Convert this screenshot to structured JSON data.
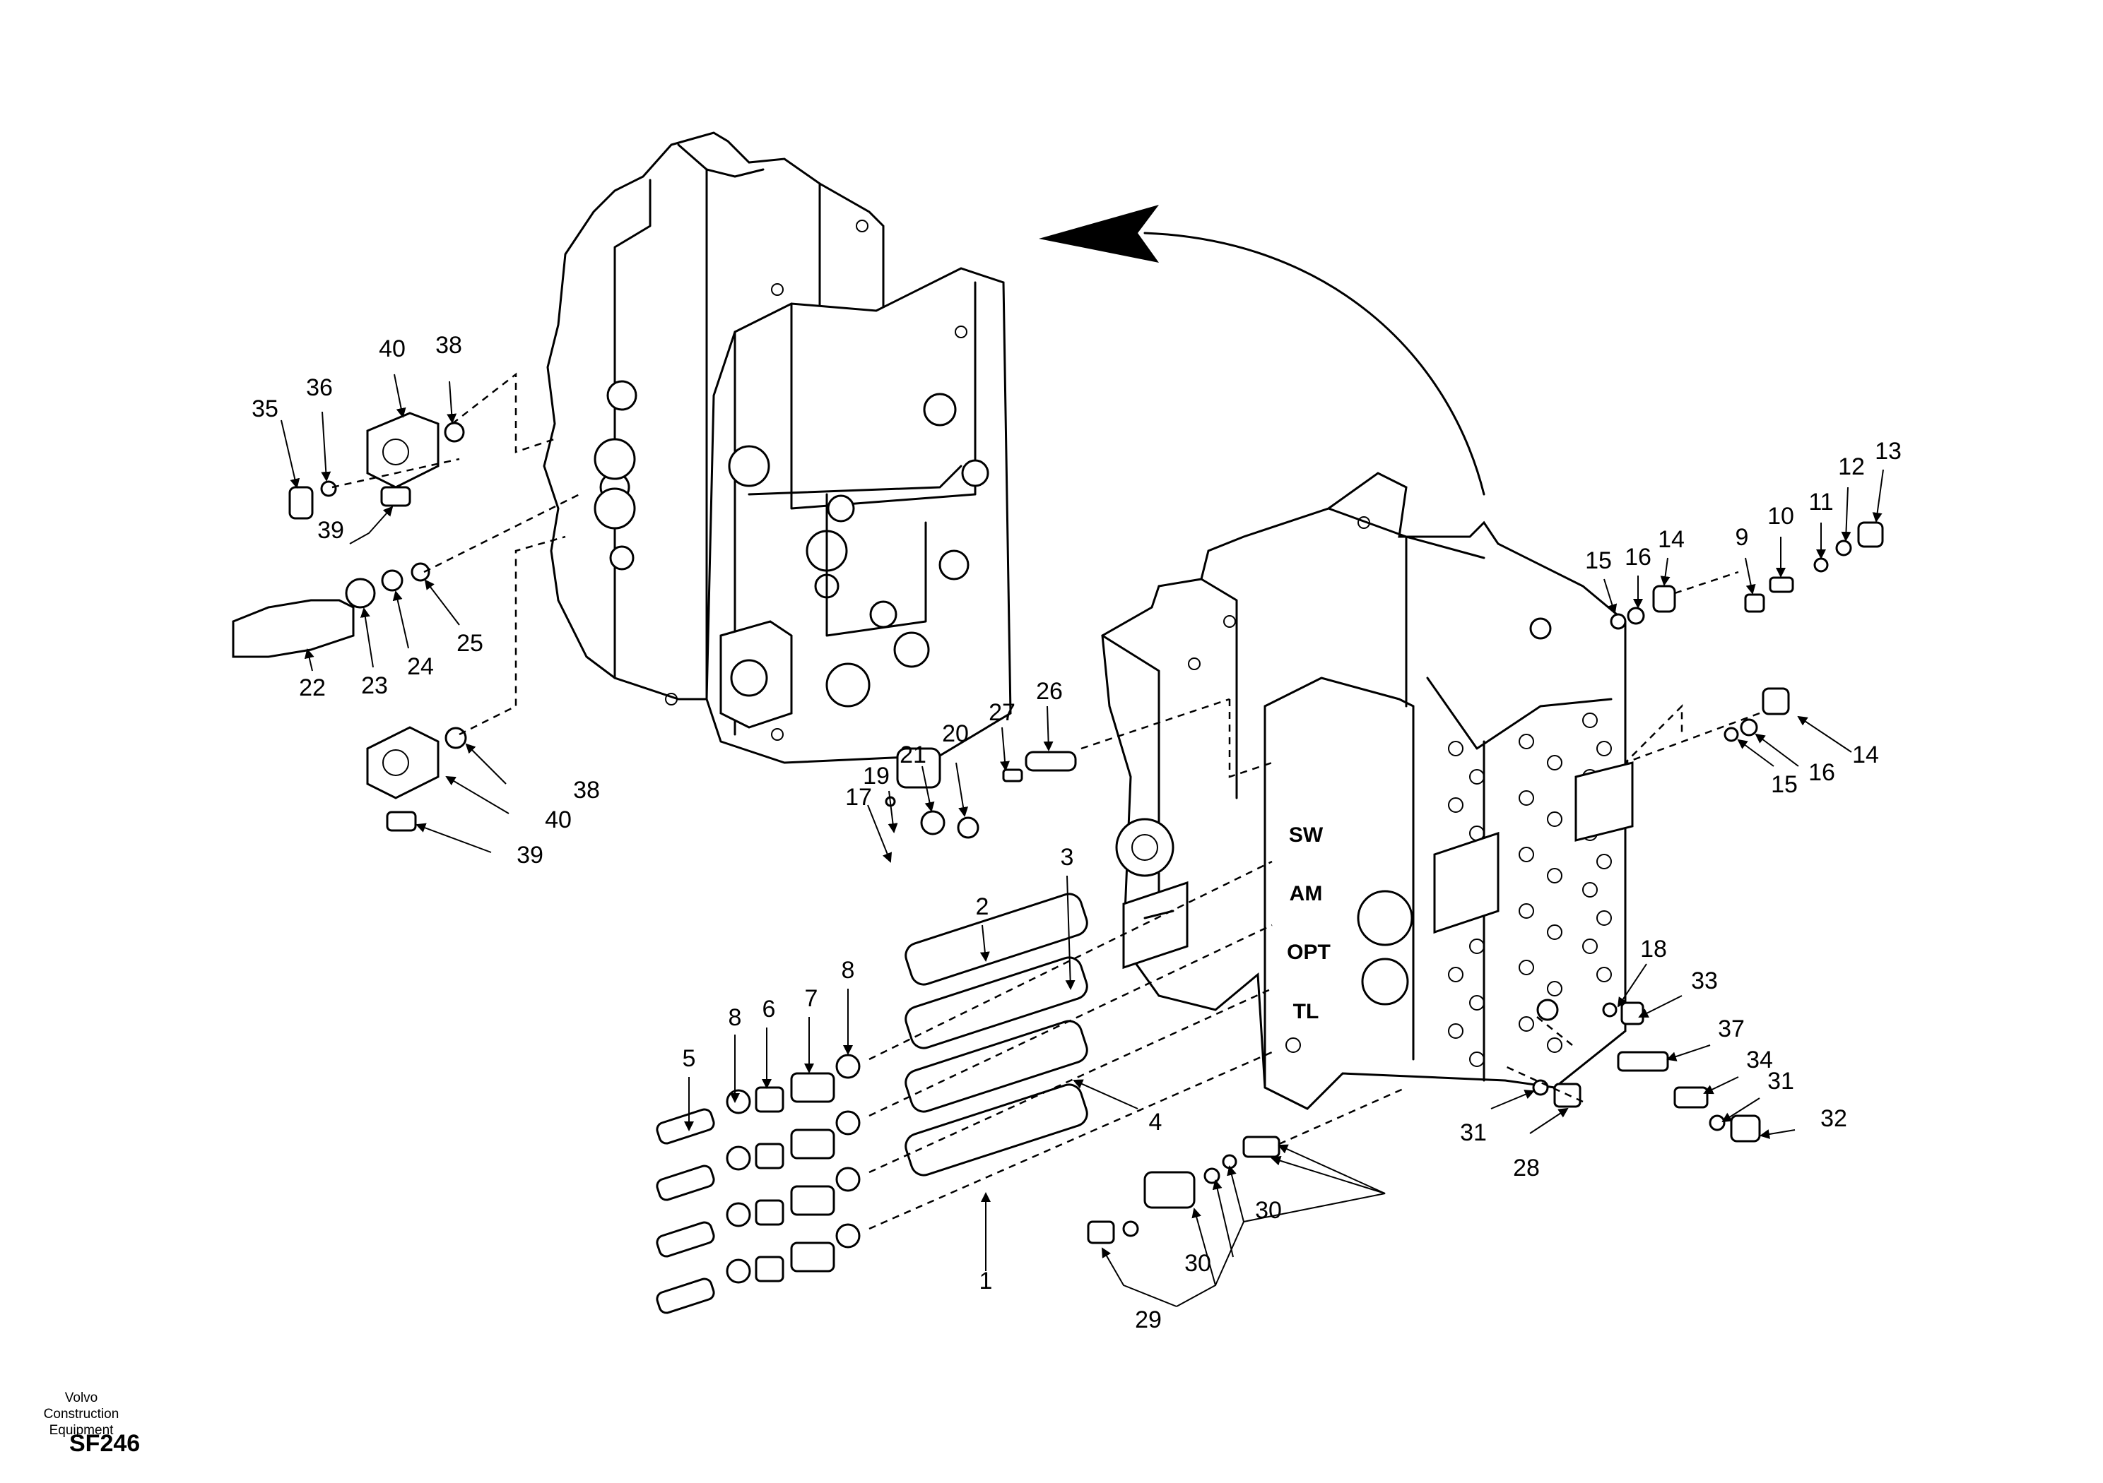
{
  "diagram": {
    "callouts": [
      "1",
      "2",
      "3",
      "4",
      "5",
      "6",
      "7",
      "8",
      "8",
      "9",
      "10",
      "11",
      "12",
      "13",
      "14",
      "14",
      "15",
      "15",
      "16",
      "16",
      "17",
      "18",
      "19",
      "20",
      "21",
      "22",
      "23",
      "24",
      "25",
      "26",
      "27",
      "28",
      "29",
      "30",
      "30",
      "31",
      "31",
      "32",
      "33",
      "34",
      "35",
      "36",
      "37",
      "38",
      "38",
      "39",
      "39",
      "40",
      "40"
    ],
    "port_labels": [
      "SW",
      "AM",
      "OPT",
      "TL"
    ]
  },
  "footer": {
    "brand": "Volvo Construction Equipment",
    "code": "SF246"
  }
}
